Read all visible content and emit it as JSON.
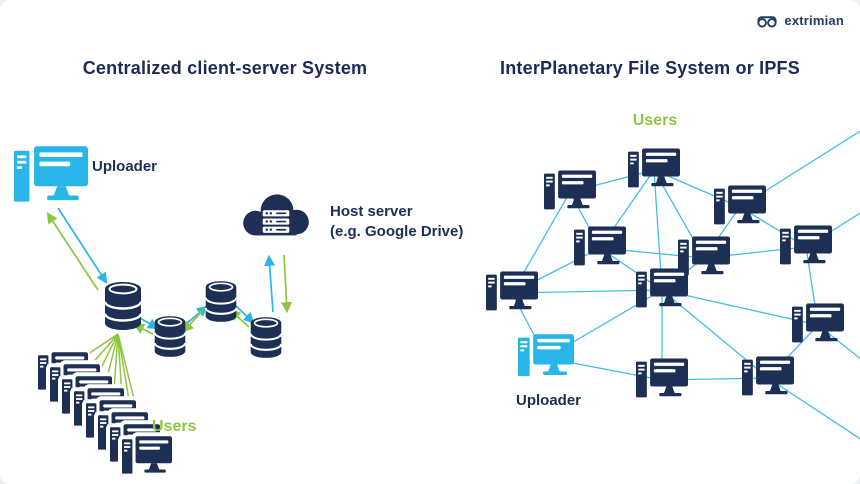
{
  "logo": {
    "text": "extrimian"
  },
  "left": {
    "title": "Centralized client-server System",
    "uploader_label": "Uploader",
    "host_server": {
      "line1": "Host server",
      "line2": "(e.g. Google Drive)"
    },
    "users_label": "Users"
  },
  "right": {
    "title": "InterPlanetary File System or IPFS",
    "users_label": "Users",
    "uploader_label": "Uploader"
  },
  "colors": {
    "navy": "#1d2f54",
    "cyan": "#29b5e8",
    "green": "#8dc63f",
    "background": "#ffffff"
  },
  "icons": {
    "computer-icon": "desktop tower + monitor glyph (SVG shape)",
    "database-icon": "stacked database cylinder (SVG shape)",
    "cloud-server-icon": "cloud containing server rack (SVG shape)",
    "extrimian-logo-icon": "goggles logo mark (SVG shape)"
  }
}
